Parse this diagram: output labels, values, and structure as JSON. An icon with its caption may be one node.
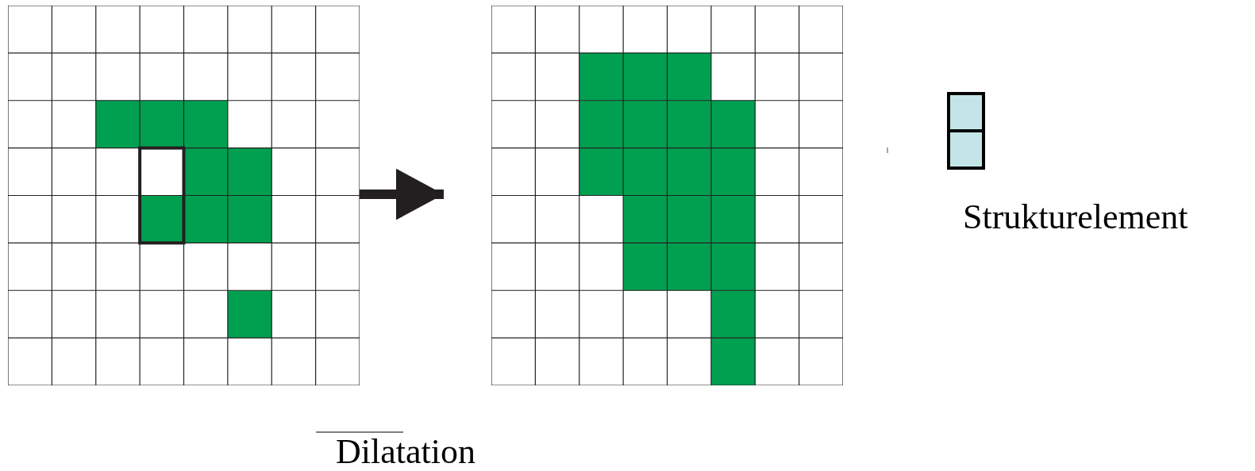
{
  "diagram": {
    "caption": "Dilatation",
    "nodes": [
      {
        "text": [],
        "shape": "grid"
      },
      {
        "text": [],
        "shape": "grid"
      },
      {
        "text": [],
        "shape": "box",
        "beside": [
          "Strukturelement"
        ]
      }
    ],
    "edges": [
      {
        "from": 0,
        "to": 1,
        "arrow": "to"
      }
    ]
  }
}
